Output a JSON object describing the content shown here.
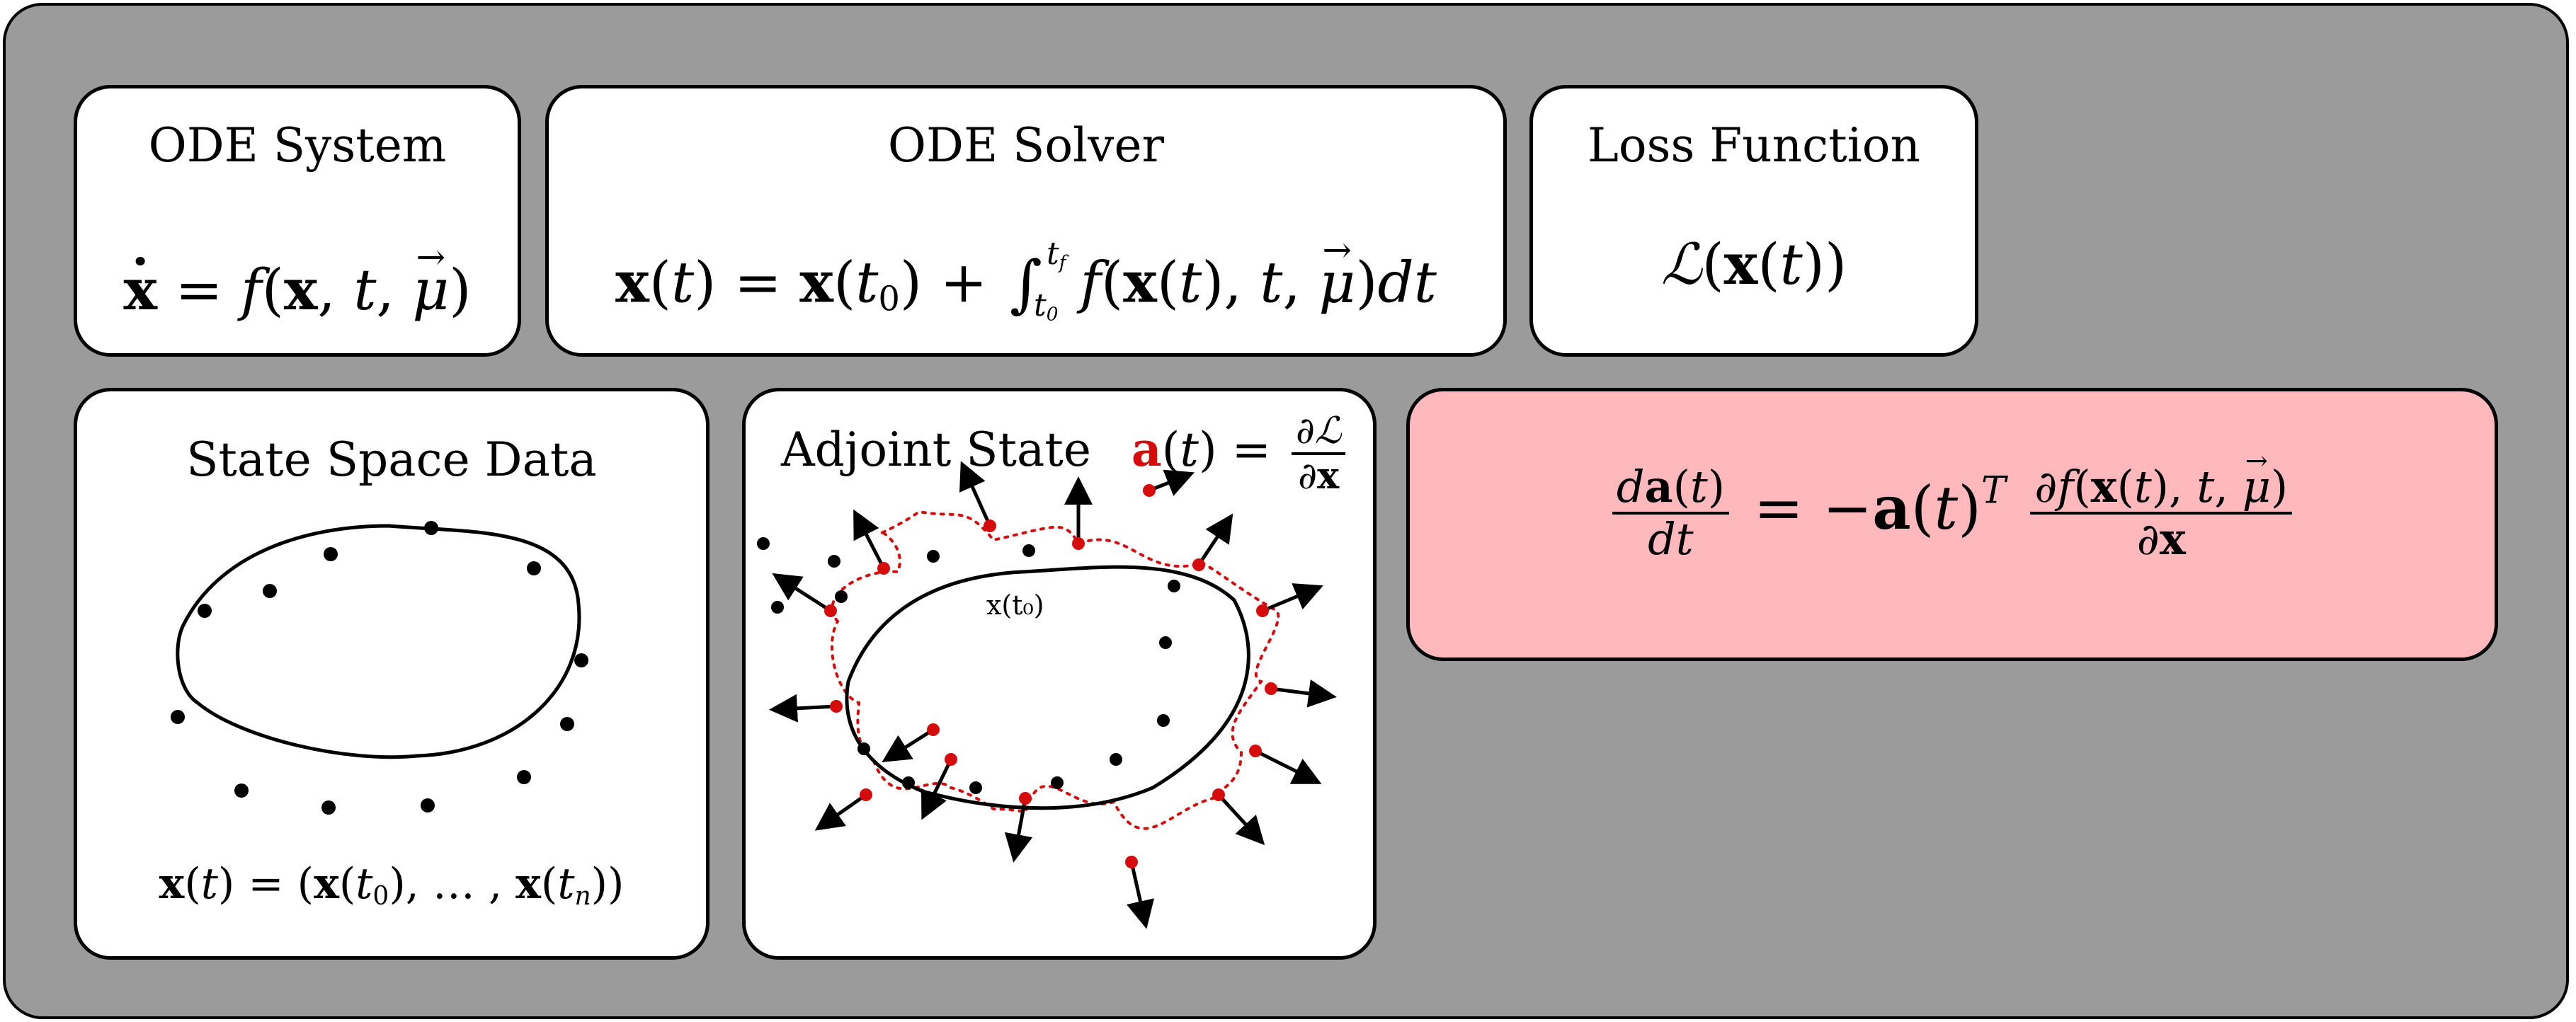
{
  "panels": {
    "ode_system": {
      "title": "ODE System"
    },
    "ode_solver": {
      "title": "ODE Solver"
    },
    "loss_function": {
      "title": "Loss Function"
    },
    "state_space": {
      "title": "State Space Data"
    },
    "adjoint_state": {
      "title": "Adjoint State",
      "point_label": "x(t₀)"
    }
  },
  "colors": {
    "frame_background": "#9b9b9b",
    "panel_background": "#ffffff",
    "adjoint_equation_background": "#ffb9bd",
    "adjoint_points": "#d50c0c",
    "state_points": "#000000"
  },
  "icons": {
    "state_point": "filled-circle",
    "adjoint_point": "filled-circle",
    "adjoint_vector": "arrow"
  }
}
